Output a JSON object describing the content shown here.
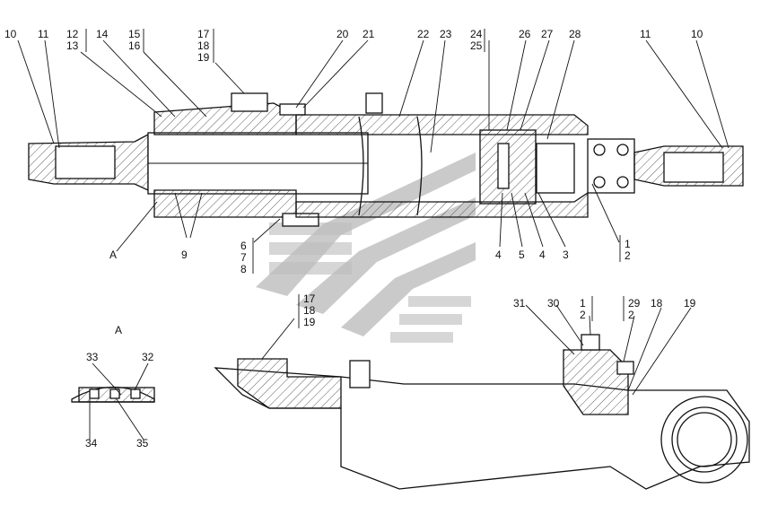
{
  "diagram": {
    "section_label": "A",
    "callouts_top_left": [
      "10",
      "11",
      "12",
      "13",
      "14",
      "15",
      "16",
      "17",
      "18",
      "19",
      "20",
      "21",
      "22",
      "23"
    ],
    "callouts_top_mid": [
      "24",
      "25",
      "26",
      "27",
      "28"
    ],
    "callouts_top_right": [
      "11",
      "10"
    ],
    "callouts_bottom": [
      "A",
      "9",
      "6",
      "7",
      "8",
      "4",
      "5",
      "4",
      "3",
      "1",
      "2"
    ],
    "detail_A": {
      "title": "A",
      "labels": [
        "33",
        "32",
        "34",
        "35"
      ]
    },
    "lower_view": {
      "labels_left": [
        "17",
        "18",
        "19"
      ],
      "labels_right": [
        "31",
        "30",
        "1",
        "2",
        "29",
        "2",
        "18",
        "19"
      ]
    }
  }
}
